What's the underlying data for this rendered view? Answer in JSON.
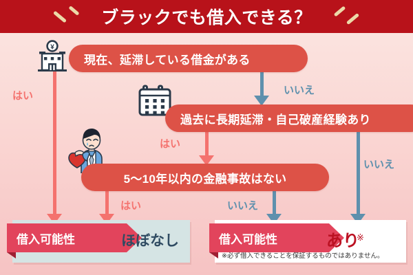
{
  "header": {
    "title": "ブラックでも借入できる？",
    "bg_color": "#b8121a",
    "text_color": "#ffffff",
    "dash_color": "#ecd9a8"
  },
  "colors": {
    "question_box": "#dd5247",
    "yes_arrow": "#f4726e",
    "no_arrow": "#5e90ad",
    "result_tag": "#e2445c",
    "result_panel_left": "#d5e4e4",
    "result_panel_right": "#ffffff",
    "result_value_left": "#2f4b62",
    "result_value_right": "#bb1122",
    "icon_navy": "#2b3a4a",
    "background_top": "#fbe3df",
    "background_bottom": "#f6c3c3"
  },
  "questions": [
    {
      "id": "q1",
      "text": "現在、延滞している借金がある",
      "icon": "bank-icon"
    },
    {
      "id": "q2",
      "text": "過去に長期延滞・自己破産経験あり",
      "icon": "calendar-icon"
    },
    {
      "id": "q3",
      "text": "5～10年以内の金融事故はない",
      "icon": "sad-person-icon"
    }
  ],
  "branch_labels": {
    "q1_yes": "はい",
    "q1_no": "いいえ",
    "q2_yes": "はい",
    "q2_no": "いいえ",
    "q3_yes": "はい",
    "q3_no": "いいえ"
  },
  "results": [
    {
      "id": "result-low",
      "tag": "借入可能性",
      "value": "ほぼなし",
      "mark": "",
      "note": ""
    },
    {
      "id": "result-yes",
      "tag": "借入可能性",
      "value": "あり",
      "mark": "※",
      "note": "※必ず借入できることを保証するものではありません。"
    }
  ]
}
